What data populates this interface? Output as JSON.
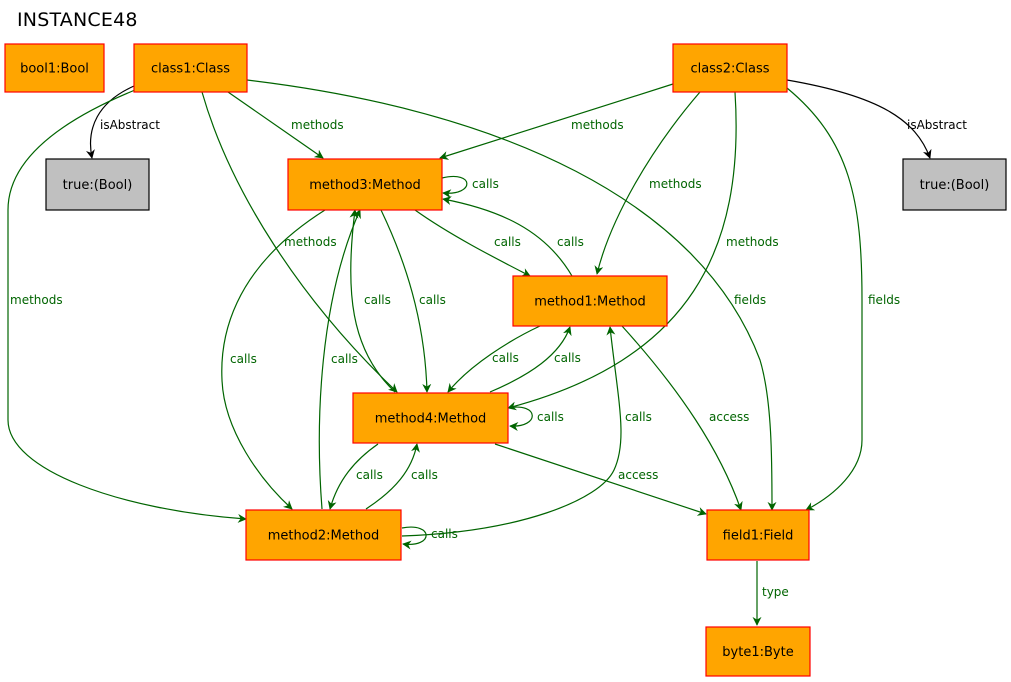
{
  "title": "INSTANCE48",
  "colors": {
    "object_fill": "#ffa500",
    "object_stroke": "#ff0000",
    "value_fill": "#c0c0c0",
    "value_stroke": "#000000",
    "ref_edge": "#006400",
    "attr_edge": "#000000"
  },
  "nodes": {
    "bool1": "bool1:Bool",
    "class1": "class1:Class",
    "class2": "class2:Class",
    "true_left": "true:(Bool)",
    "true_right": "true:(Bool)",
    "method3": "method3:Method",
    "method1": "method1:Method",
    "method4": "method4:Method",
    "method2": "method2:Method",
    "field1": "field1:Field",
    "byte1": "byte1:Byte"
  },
  "edges": {
    "class1_isAbstract": "isAbstract",
    "class2_isAbstract": "isAbstract",
    "class1_methods_method3": "methods",
    "class1_methods_method2": "methods",
    "class1_methods_method4": "methods",
    "class1_fields_field1": "fields",
    "class2_methods_method3": "methods",
    "class2_methods_method1": "methods",
    "class2_methods_method4": "methods",
    "class2_fields_field1": "fields",
    "method3_calls_self": "calls",
    "method3_calls_method1": "calls",
    "method1_calls_method3": "calls",
    "method3_calls_method4": "calls",
    "method4_calls_method3": "calls",
    "method3_calls_method2": "calls",
    "method2_calls_method3": "calls",
    "method1_calls_method4": "calls",
    "method4_calls_method1": "calls",
    "method4_calls_self": "calls",
    "method4_calls_method2": "calls",
    "method2_calls_method4": "calls",
    "method2_calls_method1": "calls",
    "method2_calls_self": "calls",
    "method1_access_field1": "access",
    "method4_access_field1": "access",
    "field1_type_byte1": "type"
  }
}
